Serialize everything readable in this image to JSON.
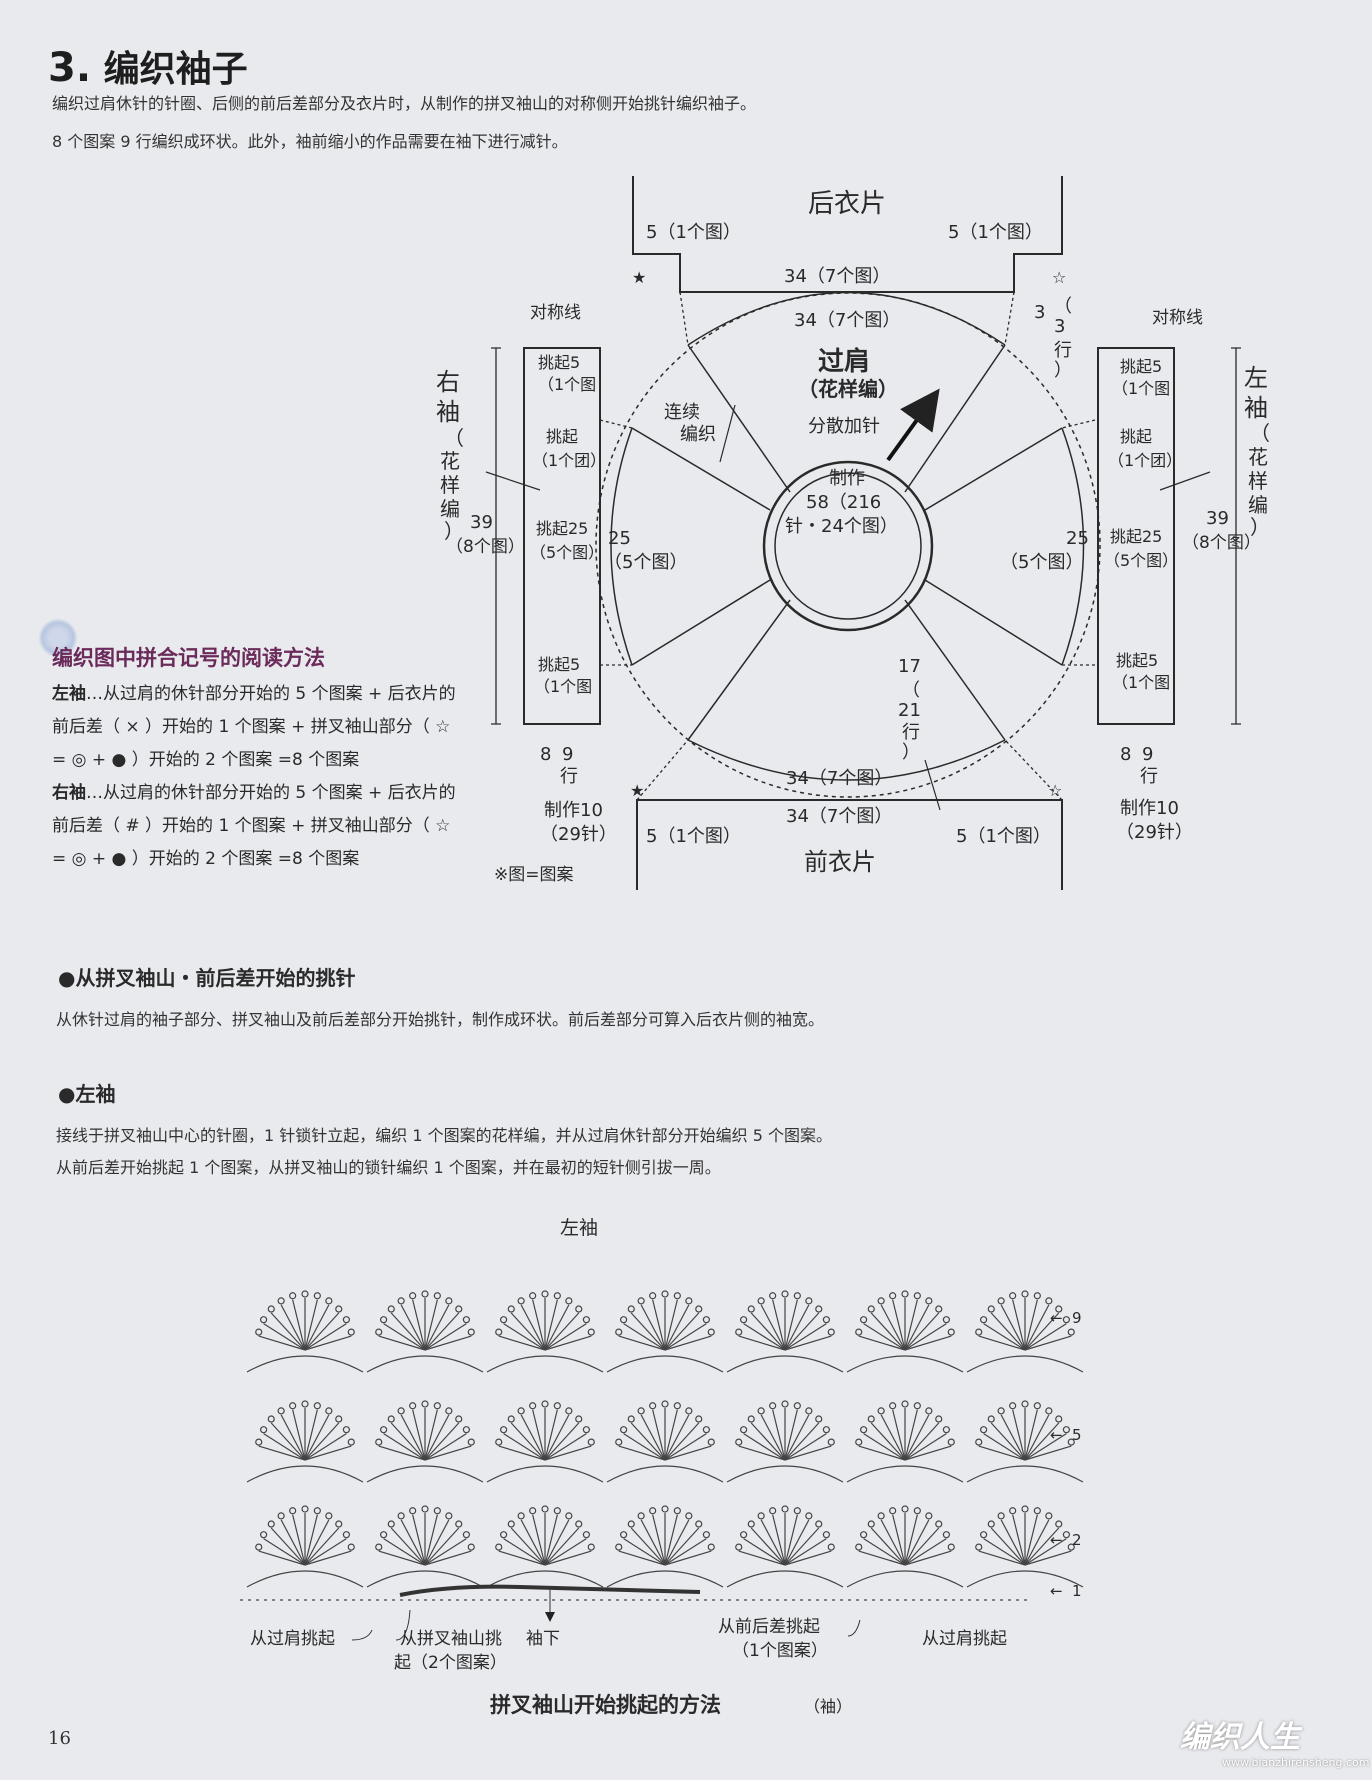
{
  "section": {
    "number": "3.",
    "title": "编织袖子"
  },
  "intro_lines": [
    "编织过肩休针的针圈、后侧的前后差部分及衣片时，从制作的拼叉袖山的对称侧开始挑针编织袖子。",
    "8 个图案 9 行编织成环状。此外，袖前缩小的作品需要在袖下进行减针。"
  ],
  "diagram": {
    "back_label": "后衣片",
    "front_label": "前衣片",
    "back_left_side": "5（1个图）",
    "back_right_side": "5（1个图）",
    "back_center": "34（7个图）",
    "yoke_top": "34（7个图）",
    "yoke_bottom": "34（7个图）",
    "front_center": "34（7个图）",
    "front_left_side": "5（1个图）",
    "front_right_side": "5（1个图）",
    "yoke_title": "过肩",
    "yoke_pattern": "（花样编）",
    "yoke_increase": "分散加针",
    "center_lines": [
      "制作",
      "58（216",
      "针・24个图）"
    ],
    "continuous_label": [
      "连续",
      "编织"
    ],
    "right_rows": [
      "3",
      "（",
      "3",
      "行",
      "）"
    ],
    "left_rows": [
      "17",
      "（",
      "21",
      "行",
      "）"
    ],
    "side_left_25": [
      "25",
      "（5个图）"
    ],
    "side_right_25": [
      "25",
      "（5个图）"
    ],
    "symmetry_line": "对称线",
    "right_sleeve": {
      "title": [
        "右",
        "袖"
      ],
      "pattern": [
        "（",
        "花",
        "样",
        "编",
        "）"
      ],
      "length": [
        "39",
        "（8个图）"
      ],
      "pickup_top": [
        "挑起5",
        "（1个图"
      ],
      "pickup_mid": [
        "挑起",
        "（1个团）"
      ],
      "pickup_25": [
        "挑起25",
        "（5个图）"
      ],
      "pickup_bottom": [
        "挑起5",
        "（1个图"
      ],
      "rows": [
        "8",
        "9",
        "行"
      ],
      "made": [
        "制作10",
        "（29针）"
      ]
    },
    "left_sleeve": {
      "title": [
        "左",
        "袖"
      ],
      "pattern": [
        "（",
        "花",
        "样",
        "编",
        "）"
      ],
      "length": [
        "39",
        "（8个图）"
      ],
      "pickup_top": [
        "挑起5",
        "（1个图"
      ],
      "pickup_mid": [
        "挑起",
        "（1个团）"
      ],
      "pickup_25": [
        "挑起25",
        "（5个图）"
      ],
      "pickup_bottom": [
        "挑起5",
        "（1个图"
      ],
      "rows": [
        "8",
        "9",
        "行"
      ],
      "made": [
        "制作10",
        "（29针）"
      ]
    },
    "footnote": "※图=图案"
  },
  "reading_note": {
    "title": "编织图中拼合记号的阅读方法",
    "left_label": "左袖",
    "left_text": "…从过肩的休针部分开始的 5 个图案 + 后衣片的前后差（ × ）开始的 1 个图案 + 拼叉袖山部分（ ☆ = ◎ + ● ）开始的 2 个图案 =8 个图案",
    "right_label": "右袖",
    "right_text": "…从过肩的休针部分开始的 5 个图案 + 后衣片的前后差（ # ）开始的 1 个图案 + 拼叉袖山部分（ ☆ = ◎ + ● ）开始的 2 个图案 =8 个图案"
  },
  "pickup_section": {
    "heading": "●从拼叉袖山・前后差开始的挑针",
    "text": "从休针过肩的袖子部分、拼叉袖山及前后差部分开始挑针，制作成环状。前后差部分可算入后衣片侧的袖宽。"
  },
  "left_sleeve_section": {
    "heading": "●左袖",
    "lines": [
      "接线于拼叉袖山中心的针圈，1 针锁针立起，编织 1 个图案的花样编，并从过肩休针部分开始编织 5 个图案。",
      "从前后差开始挑起 1 个图案，从拼叉袖山的锁针编织 1 个图案，并在最初的短针侧引拔一周。"
    ]
  },
  "chart": {
    "title": "左袖",
    "row_labels": [
      "9",
      "5",
      "2",
      "1"
    ],
    "label_from_yoke_left": "从过肩挑起",
    "label_from_gusset": [
      "从拼叉袖山挑",
      "起（2个图案）"
    ],
    "label_underarm": "袖下",
    "label_from_front_back": [
      "从前后差挑起",
      "（1个图案）"
    ],
    "label_from_yoke_right": "从过肩挑起",
    "caption": "拼叉袖山开始挑起的方法",
    "caption_small": "（袖）"
  },
  "page_number": "16",
  "watermark": {
    "main": "编织人生",
    "sub": "www.bianzhirensheng.com"
  }
}
